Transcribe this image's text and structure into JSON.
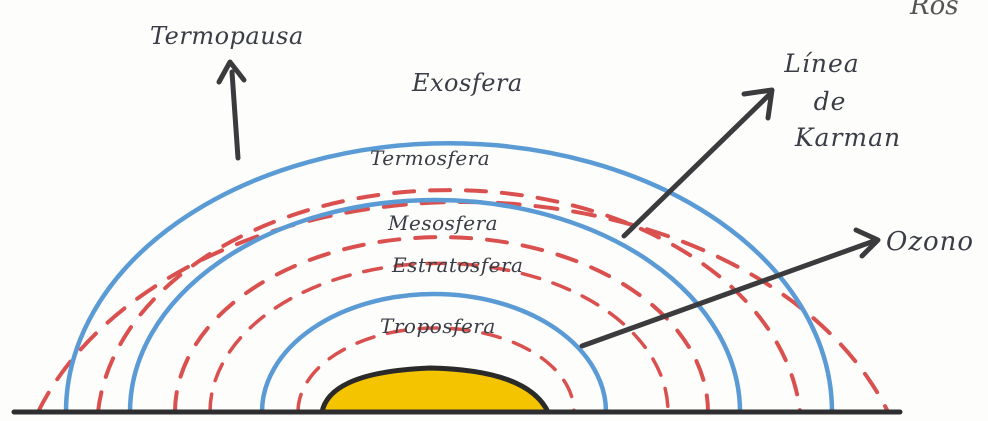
{
  "labels": {
    "termopausa": "Termopausa",
    "exosfera": "Exosfera",
    "termosfera": "Termosfera",
    "mesosfera": "Mesosfera",
    "estratosfera": "Estratosfera",
    "troposfera": "Troposfera",
    "linea_line1": "Línea",
    "linea_line2": "de",
    "linea_line3": "Karman",
    "ozono": "Ozono",
    "corner_fragment": "Ros"
  },
  "colors": {
    "ground": "#2e2e30",
    "earth_fill": "#f5c400",
    "earth_outline": "#2a2a2a",
    "dashed_red": "#d9504f",
    "solid_blue": "#5b9bd5",
    "arrow": "#3b3b3d",
    "text": "#3a3d45"
  }
}
